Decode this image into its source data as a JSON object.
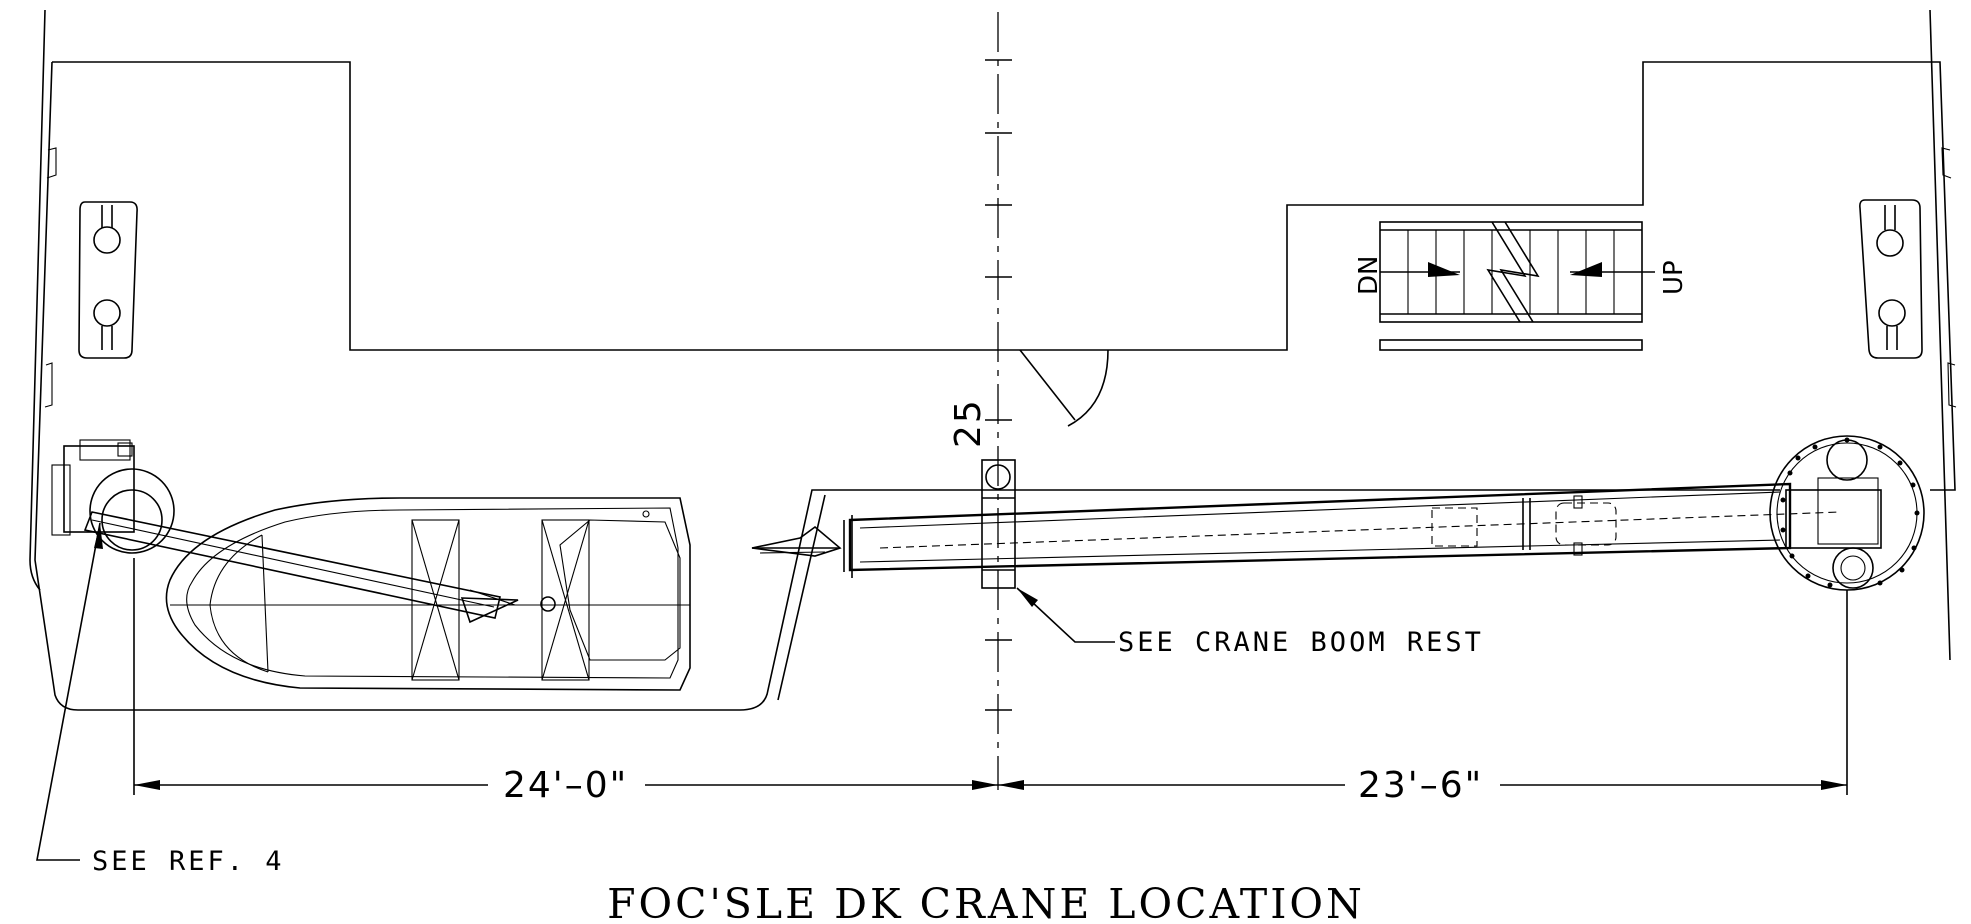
{
  "title": "FOC'SLE DK CRANE LOCATION",
  "frame_label": "25",
  "dimensions": {
    "left": "24'–0\"",
    "right": "23'–6\""
  },
  "callouts": {
    "ref": "SEE REF. 4",
    "boom_rest": "SEE CRANE BOOM REST"
  },
  "stairs": {
    "down": "DN",
    "up": "UP"
  }
}
